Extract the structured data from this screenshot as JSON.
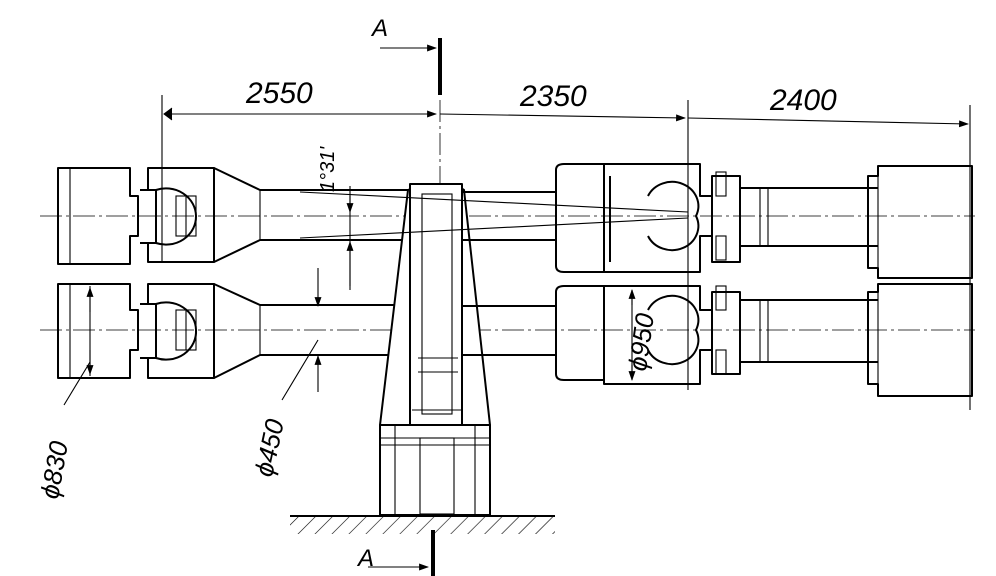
{
  "dimensions": {
    "length_left": "2550",
    "length_middle": "2350",
    "length_right": "2400",
    "angle": "1°31'",
    "diameter_roll": "ϕ830",
    "diameter_neck": "ϕ450",
    "diameter_coupling": "ϕ950"
  },
  "section": {
    "top_label": "A",
    "bottom_label": "A"
  }
}
